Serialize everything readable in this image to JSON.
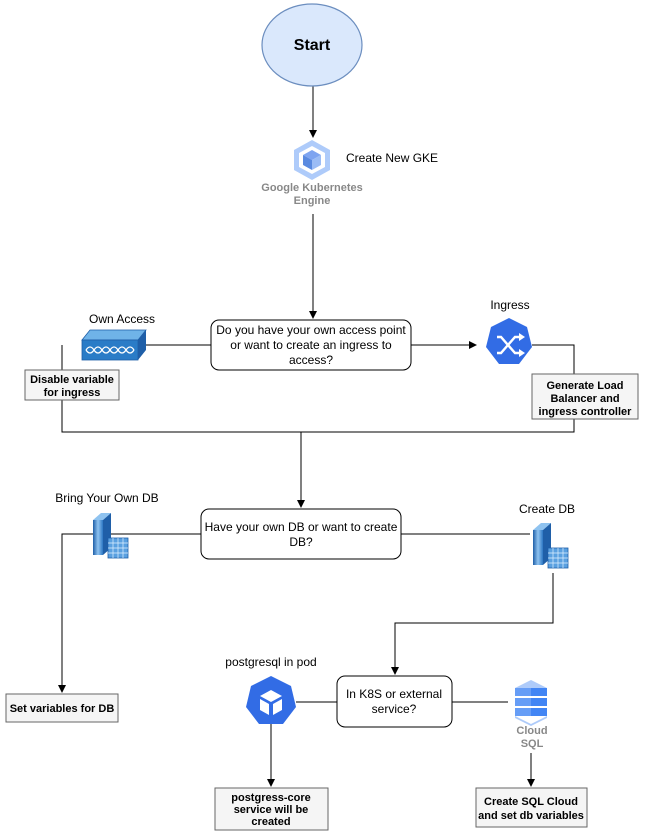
{
  "start": {
    "label": "Start"
  },
  "gke": {
    "name_line1": "Google Kubernetes",
    "name_line2": "Engine",
    "caption": "Create New GKE"
  },
  "decision_access": {
    "line1": "Do you have your own access point",
    "line2": "or want to create an ingress to",
    "line3": "access?"
  },
  "own_access": {
    "label": "Own Access",
    "note_line1": "Disable variable",
    "note_line2": "for ingress"
  },
  "ingress": {
    "label": "Ingress",
    "note_line1": "Generate Load",
    "note_line2": "Balancer and",
    "note_line3": "ingress controller"
  },
  "decision_db": {
    "line1": "Have your own DB or want to create",
    "line2": "DB?"
  },
  "byo_db": {
    "label": "Bring Your Own DB",
    "note": "Set variables for DB"
  },
  "create_db": {
    "label": "Create DB"
  },
  "decision_k8s": {
    "line1": "In K8S or external",
    "line2": "service?"
  },
  "pg_pod": {
    "label": "postgresql in pod",
    "note_line1": "postgress-core",
    "note_line2": "service will be",
    "note_line3": "created"
  },
  "cloud_sql": {
    "name_line1": "Cloud",
    "name_line2": "SQL",
    "note_line1": "Create SQL Cloud",
    "note_line2": "and set db variables"
  },
  "colors": {
    "start_fill": "#dae8fc",
    "start_stroke": "#6c8ebf",
    "gke_blue": "#7ea4f0",
    "k8s_blue": "#326ce5",
    "note_fill": "#f5f5f5",
    "note_stroke": "#666666"
  }
}
